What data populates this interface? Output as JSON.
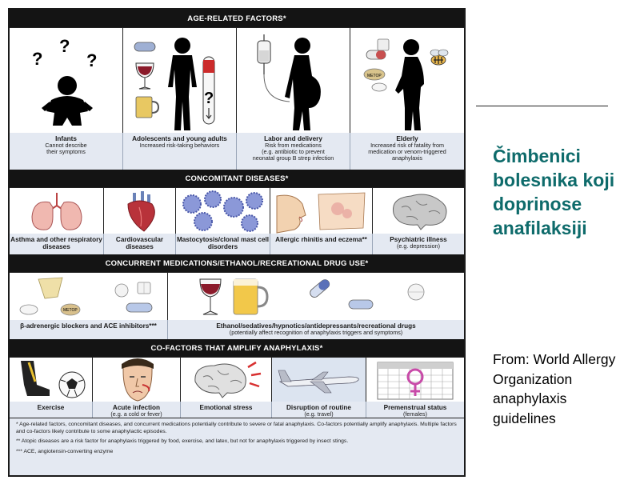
{
  "slide": {
    "title": "Čimbenici bolesnika koji doprinose anafilaksiji",
    "source": "From: World Allergy Organization anaphylaxis guidelines"
  },
  "figure": {
    "sections": [
      {
        "header": "AGE-RELATED FACTORS*",
        "panels": [
          {
            "title": "Infants",
            "desc": [
              "Cannot describe",
              "their symptoms"
            ],
            "icon": "infant-question-icon",
            "marks": [
              "?",
              "?",
              "?"
            ]
          },
          {
            "title": "Adolescents and young adults",
            "desc": [
              "Increased risk-taking behaviors"
            ],
            "icon": "adult-substances-icon",
            "marks": [
              "?"
            ]
          },
          {
            "title": "Labor and delivery",
            "desc": [
              "Risk from medications",
              "(e.g. antibiotic to prevent",
              "neonatal group B strep infection"
            ],
            "icon": "pregnant-iv-icon"
          },
          {
            "title": "Elderly",
            "desc": [
              "Increased risk of fatality from",
              "medication or venom-triggered",
              "anaphylaxis"
            ],
            "icon": "elderly-medication-icon",
            "pill_text": "METOP"
          }
        ]
      },
      {
        "header": "CONCOMITANT DISEASES*",
        "panels": [
          {
            "title": "Asthma and other respiratory diseases",
            "desc": [],
            "icon": "lungs-icon"
          },
          {
            "title": "Cardiovascular diseases",
            "desc": [],
            "icon": "heart-icon"
          },
          {
            "title": "Mastocytosis/clonal mast cell disorders",
            "desc": [],
            "icon": "mast-cell-icon"
          },
          {
            "title": "Allergic rhinitis and eczema**",
            "desc": [],
            "icon": "rhinitis-eczema-icon"
          },
          {
            "title": "Psychiatric illness",
            "desc": [
              "(e.g. depression)"
            ],
            "icon": "brain-icon"
          }
        ]
      },
      {
        "header": "CONCURRENT MEDICATIONS/ETHANOL/RECREATIONAL DRUG USE*",
        "panels": [
          {
            "title": "β-adrenergic blockers and ACE inhibitors***",
            "desc": [],
            "icon": "pills-icon",
            "pill_text": "METOP"
          },
          {
            "title": "Ethanol/sedatives/hypnotics/antidepressants/recreational drugs",
            "desc": [
              "(potentially affect recognition of anaphylaxis triggers and symptoms)"
            ],
            "icon": "drinks-capsules-icon"
          }
        ]
      },
      {
        "header": "CO-FACTORS THAT AMPLIFY ANAPHYLAXIS*",
        "panels": [
          {
            "title": "Exercise",
            "desc": [],
            "icon": "soccer-icon"
          },
          {
            "title": "Acute infection",
            "desc": [
              "(e.g. a cold or fever)"
            ],
            "icon": "sick-face-icon"
          },
          {
            "title": "Emotional stress",
            "desc": [],
            "icon": "stress-brain-icon"
          },
          {
            "title": "Disruption of routine",
            "desc": [
              "(e.g. travel)"
            ],
            "icon": "airplane-icon"
          },
          {
            "title": "Premenstrual status",
            "desc": [
              "(females)"
            ],
            "icon": "calendar-female-icon"
          }
        ]
      }
    ],
    "footnotes": [
      "* Age-related factors, concomitant diseases, and concurrent medications potentially contribute to severe or fatal anaphylaxis. Co-factors potentially amplify anaphylaxis. Multiple factors and co-factors likely contribute to some anaphylactic episodes.",
      "** Atopic diseases are a risk factor for anaphylaxis triggered by food, exercise, and latex, but not for anaphylaxis triggered by insect stings.",
      "*** ACE, angiotensin-converting enzyme"
    ]
  }
}
